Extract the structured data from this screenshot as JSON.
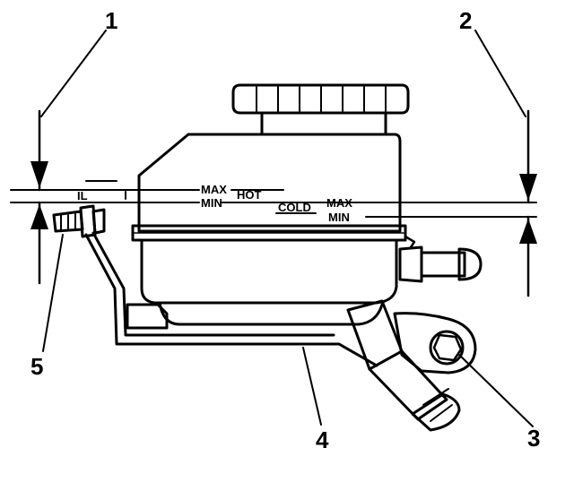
{
  "callouts": {
    "c1": "1",
    "c2": "2",
    "c3": "3",
    "c4": "4",
    "c5": "5"
  },
  "level_marks": {
    "hot_max": "MAX",
    "hot_min": "MIN",
    "hot": "HOT",
    "cold": "COLD",
    "cold_max": "MAX",
    "cold_min": "MIN",
    "side_mark": "IL"
  },
  "colors": {
    "ink": "#000000",
    "background": "#ffffff"
  }
}
